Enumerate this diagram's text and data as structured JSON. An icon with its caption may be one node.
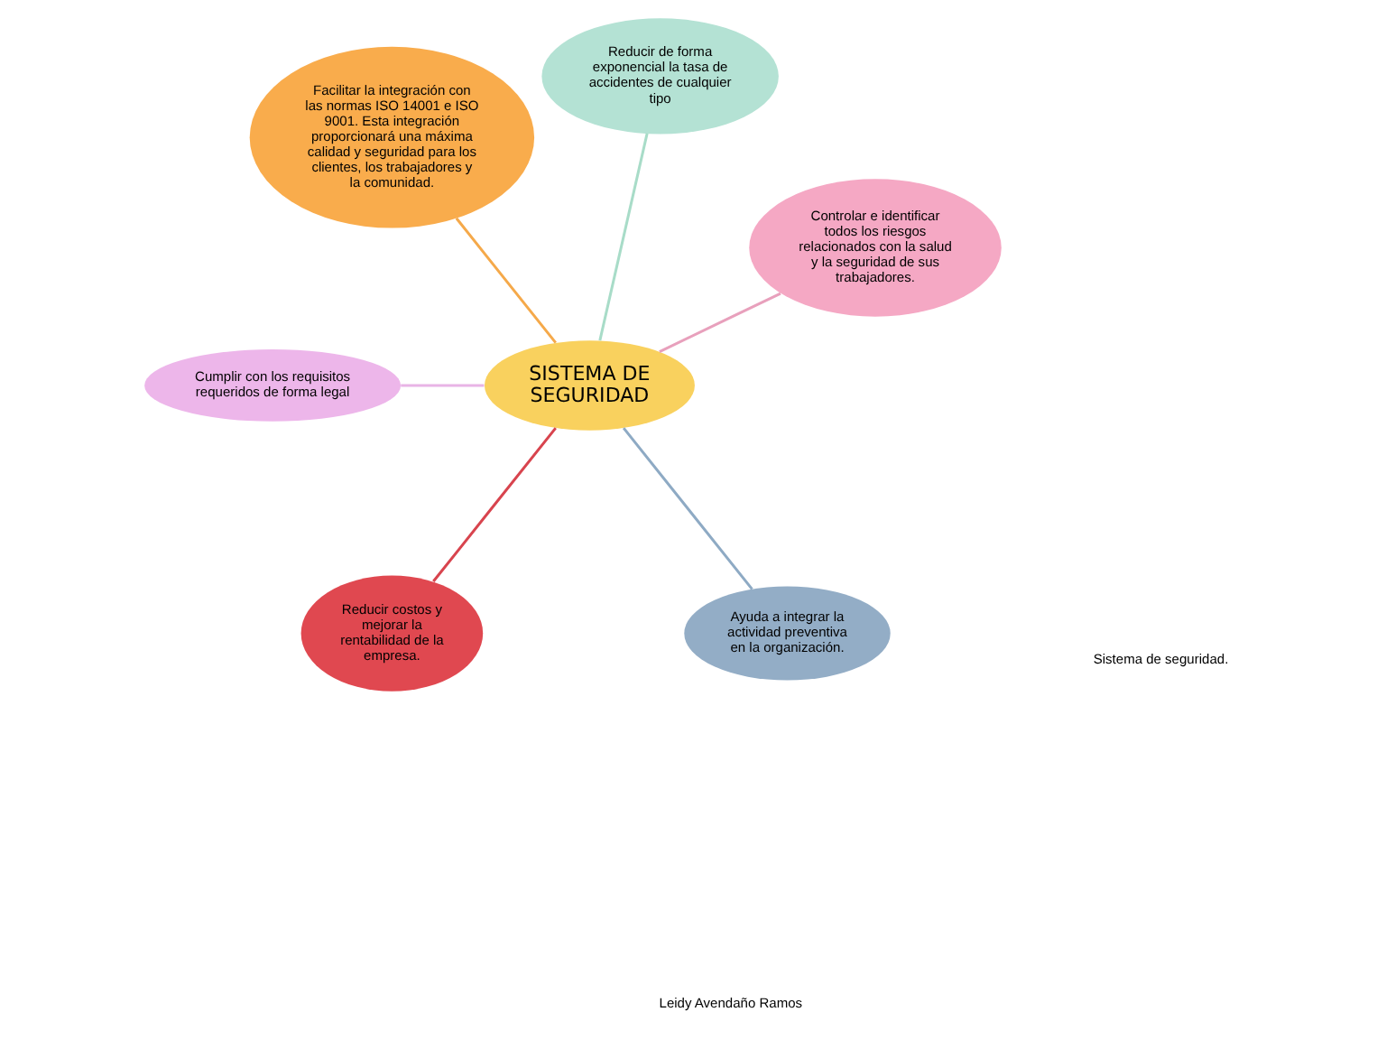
{
  "diagram": {
    "nodes": [
      {
        "text": [
          "SISTEMA DE SEGURIDAD"
        ]
      },
      {
        "text": [
          "Controlar e identificar todos los riesgos relacionados con la salud y la seguridad de sus trabajadores."
        ]
      },
      {
        "text": [
          "Reducir de forma exponencial la tasa de accidentes de cualquier tipo"
        ]
      },
      {
        "text": [
          "Facilitar la integración con las normas ISO 14001 e ISO 9001. Esta integración proporcionará una máxima calidad y seguridad para los clientes, los trabajadores y la comunidad."
        ]
      },
      {
        "text": [
          "Cumplir con los requisitos requeridos de forma legal"
        ]
      },
      {
        "text": [
          "Reducir costos y mejorar la rentabilidad de la empresa."
        ]
      },
      {
        "text": [
          "Ayuda a integrar la actividad preventiva en la organización."
        ]
      }
    ],
    "edges": [
      {
        "from": 0,
        "to": 1,
        "arrow": "none",
        "color": "#e8a0bc"
      },
      {
        "from": 0,
        "to": 2,
        "arrow": "none",
        "color": "#a8dcc8"
      },
      {
        "from": 0,
        "to": 3,
        "arrow": "none",
        "color": "#f5a94a"
      },
      {
        "from": 0,
        "to": 4,
        "arrow": "none",
        "color": "#e8b4e6"
      },
      {
        "from": 0,
        "to": 5,
        "arrow": "none",
        "color": "#d8444e"
      },
      {
        "from": 0,
        "to": 6,
        "arrow": "none",
        "color": "#8eaac4"
      }
    ],
    "labels": [
      "Leidy Avendaño Ramos",
      "Sistema de seguridad."
    ]
  }
}
